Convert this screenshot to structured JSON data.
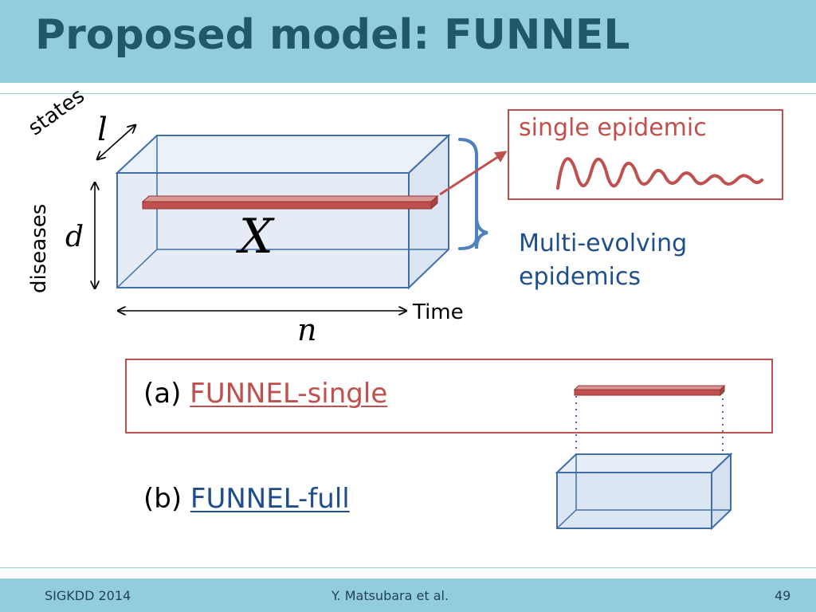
{
  "slide": {
    "title": "Proposed model: FUNNEL",
    "labels": {
      "states": "states",
      "diseases": "diseases",
      "l": "l",
      "d": "d",
      "x": "X",
      "n": "n",
      "time": "Time"
    },
    "callout": {
      "single_epidemic": "single epidemic",
      "multi_line1": "Multi-evolving",
      "multi_line2": "epidemics"
    },
    "options": {
      "a_prefix": "(a) ",
      "a_link": "FUNNEL-single",
      "b_prefix": "(b) ",
      "b_link": "FUNNEL-full"
    }
  },
  "footer": {
    "left": "SIGKDD 2014",
    "center": "Y. Matsubara et al.",
    "page_number": "49"
  },
  "colors": {
    "title_bar": "#92cddc",
    "title_text": "#215868",
    "accent_red": "#c0504d",
    "accent_blue": "#1f4e8c",
    "cube_fill": "#dbe5f1",
    "cube_edge": "#1f4e8c"
  }
}
